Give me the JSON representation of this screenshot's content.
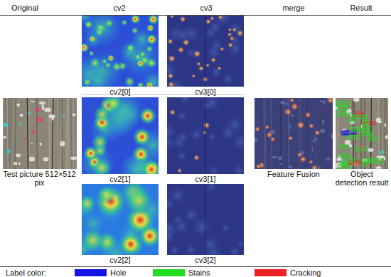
{
  "diagram": {
    "nodes": [
      {
        "text": [
          "cv2[0]"
        ]
      },
      {
        "text": [
          "cv3[0]"
        ]
      },
      {
        "text": [
          "Test picture 512×512 pix"
        ]
      },
      {
        "text": [
          "cv2[1]"
        ]
      },
      {
        "text": [
          "cv3[1]"
        ]
      },
      {
        "text": [
          "Feature Fusion"
        ]
      },
      {
        "text": [
          "Object detection result"
        ]
      },
      {
        "text": [
          "cv2[2]"
        ]
      },
      {
        "text": [
          "cv3[2]"
        ]
      }
    ],
    "labels": [
      "Original",
      "cv2",
      "cv3",
      "merge",
      "Result",
      "Label color:"
    ],
    "legend": [
      {
        "text": "Hole",
        "color": "#1414e6"
      },
      {
        "text": "Stains",
        "color": "#22dd22"
      },
      {
        "text": "Cracking",
        "color": "#ee2222"
      }
    ]
  }
}
